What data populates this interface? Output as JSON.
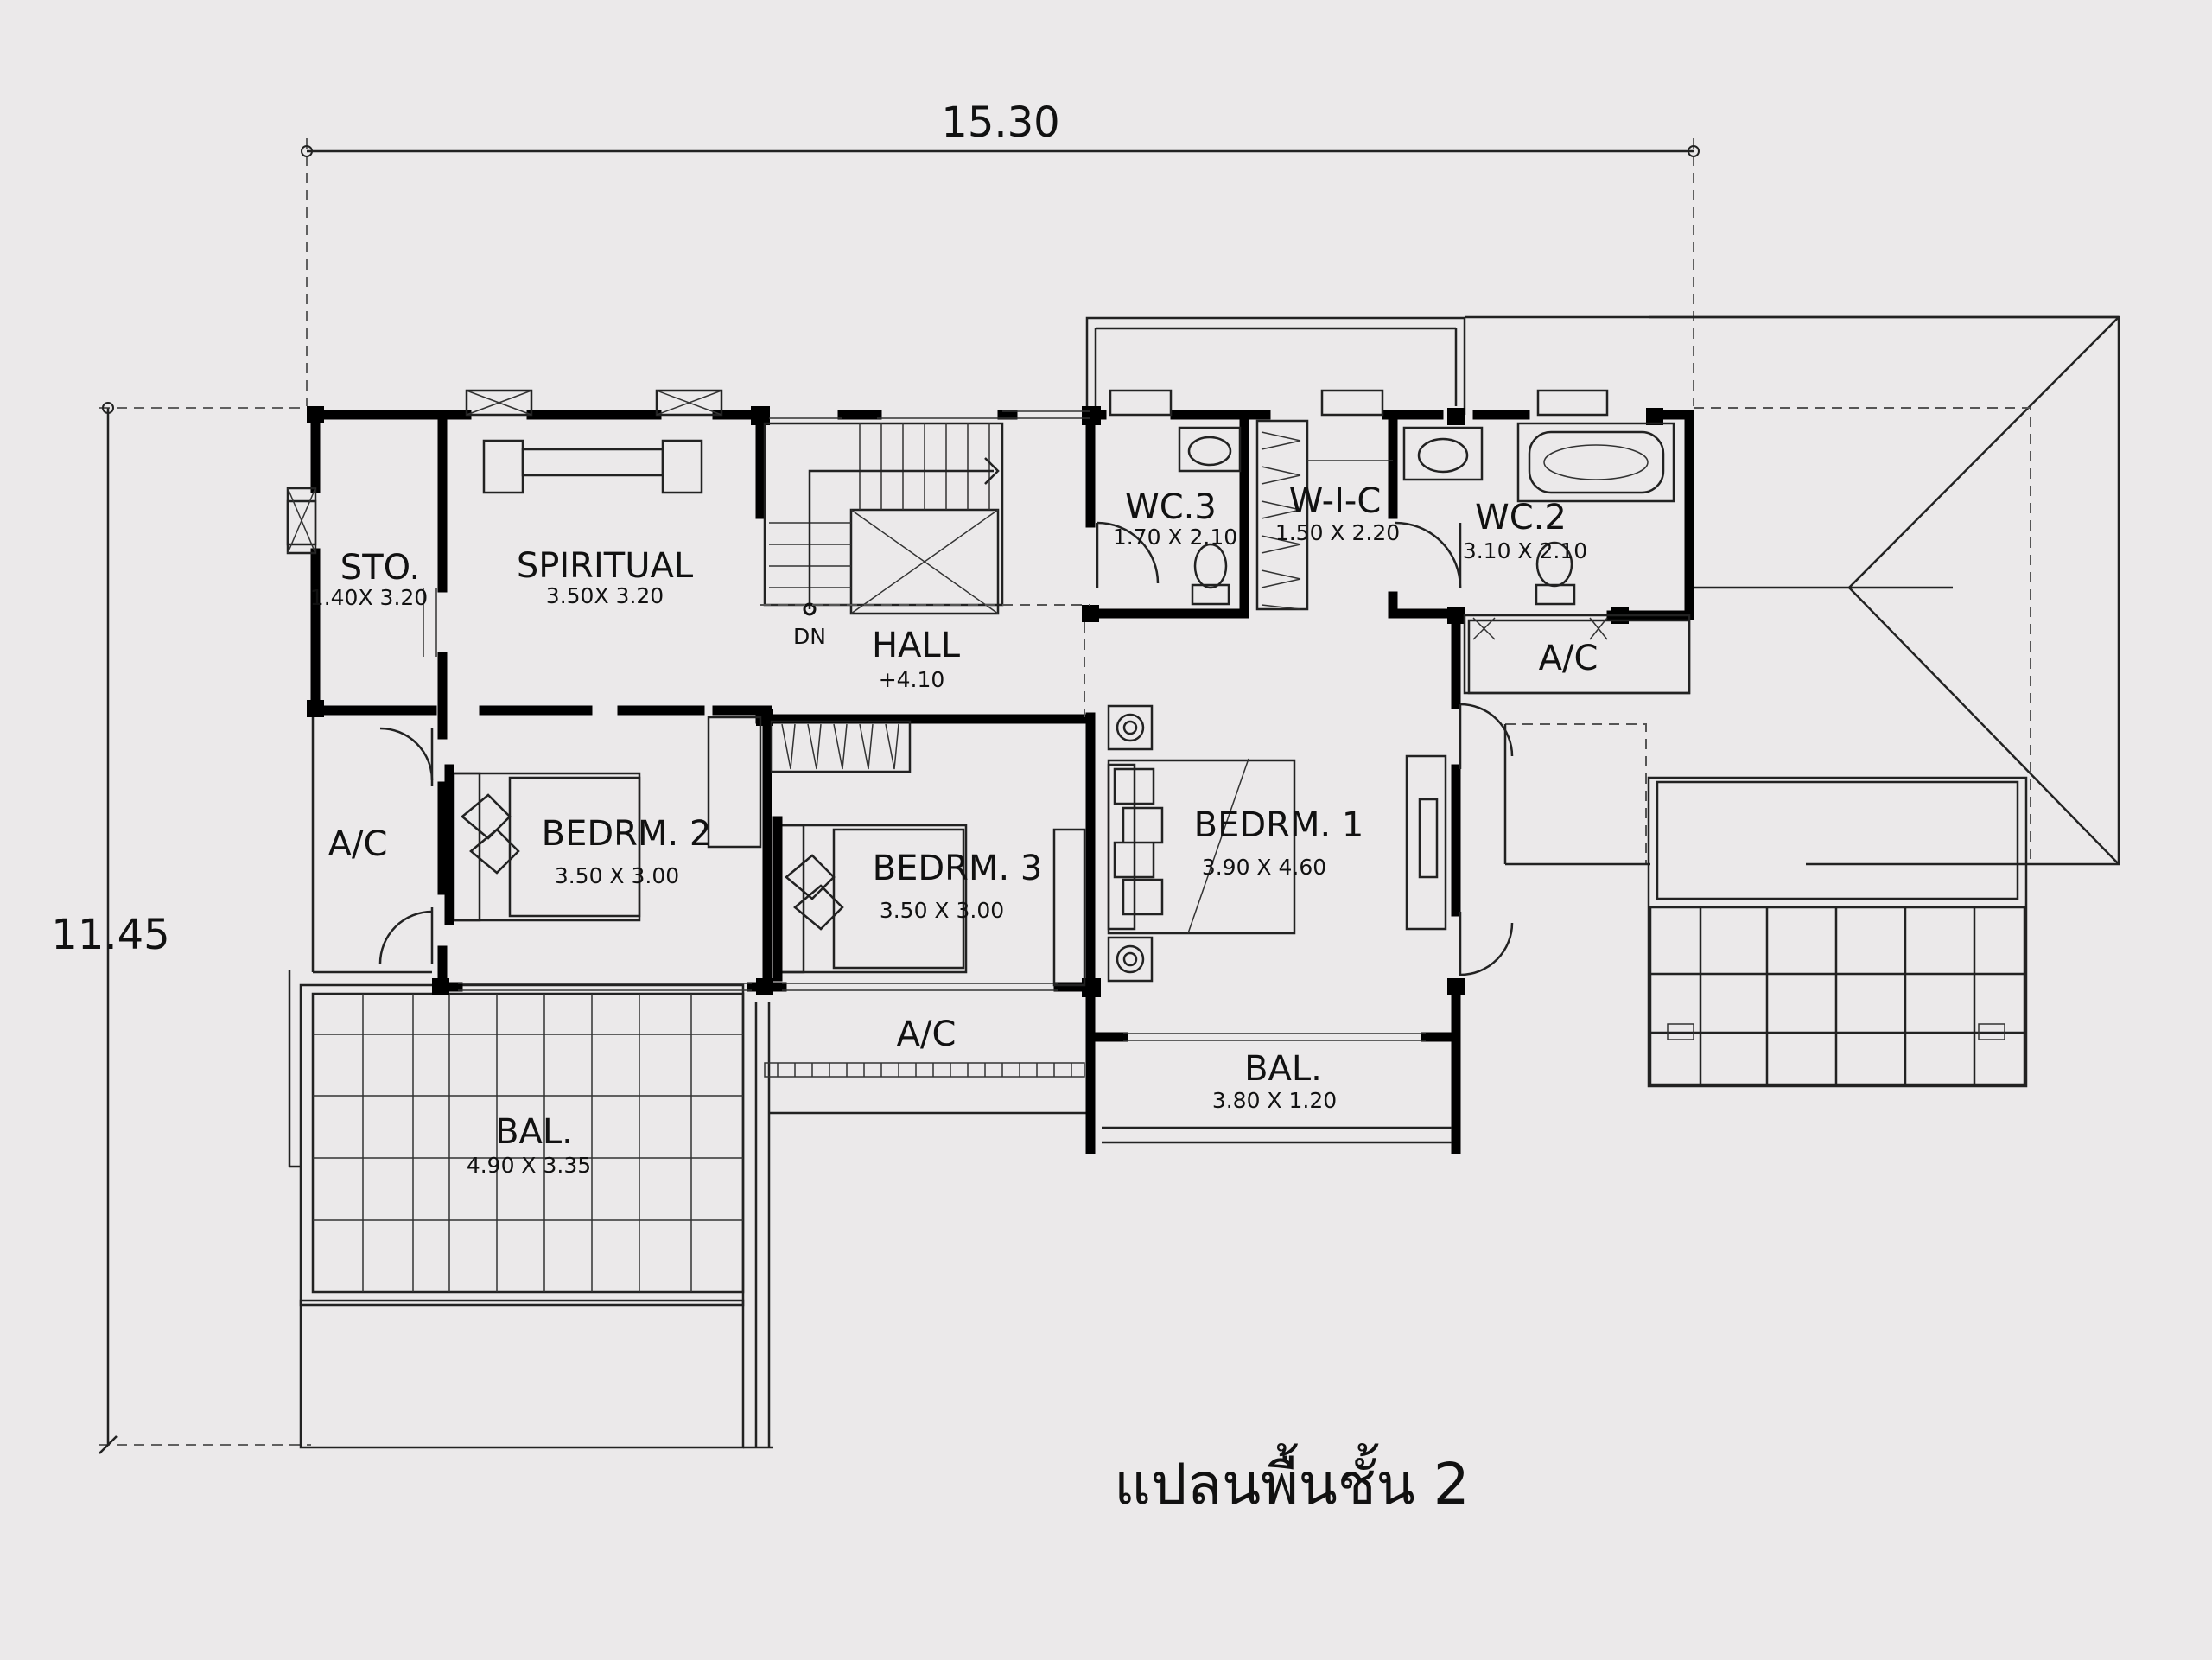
{
  "dimensions": {
    "width": "15.30",
    "height": "11.45"
  },
  "rooms": {
    "sto": {
      "name": "STO.",
      "size": "1.40X 3.20"
    },
    "spiritual": {
      "name": "SPIRITUAL",
      "size": "3.50X 3.20"
    },
    "hall": {
      "name": "HALL",
      "level": "+4.10",
      "stair": "DN"
    },
    "wc3": {
      "name": "WC.3",
      "size": "1.70 X 2.10"
    },
    "wic": {
      "name": "W-I-C",
      "size": "1.50 X 2.20"
    },
    "wc2": {
      "name": "WC.2",
      "size": "3.10 X 2.10"
    },
    "bedrm1": {
      "name": "BEDRM. 1",
      "size": "3.90 X 4.60"
    },
    "bedrm2": {
      "name": "BEDRM. 2",
      "size": "3.50 X 3.00"
    },
    "bedrm3": {
      "name": "BEDRM. 3",
      "size": "3.50 X 3.00"
    },
    "bal_big": {
      "name": "BAL.",
      "size": "4.90 X 3.35"
    },
    "bal_small": {
      "name": "BAL.",
      "size": "3.80 X 1.20"
    },
    "ac_left": {
      "name": "A/C"
    },
    "ac_mid": {
      "name": "A/C"
    },
    "ac_right": {
      "name": "A/C"
    }
  },
  "caption": "แปลนพื้นชั้น 2"
}
